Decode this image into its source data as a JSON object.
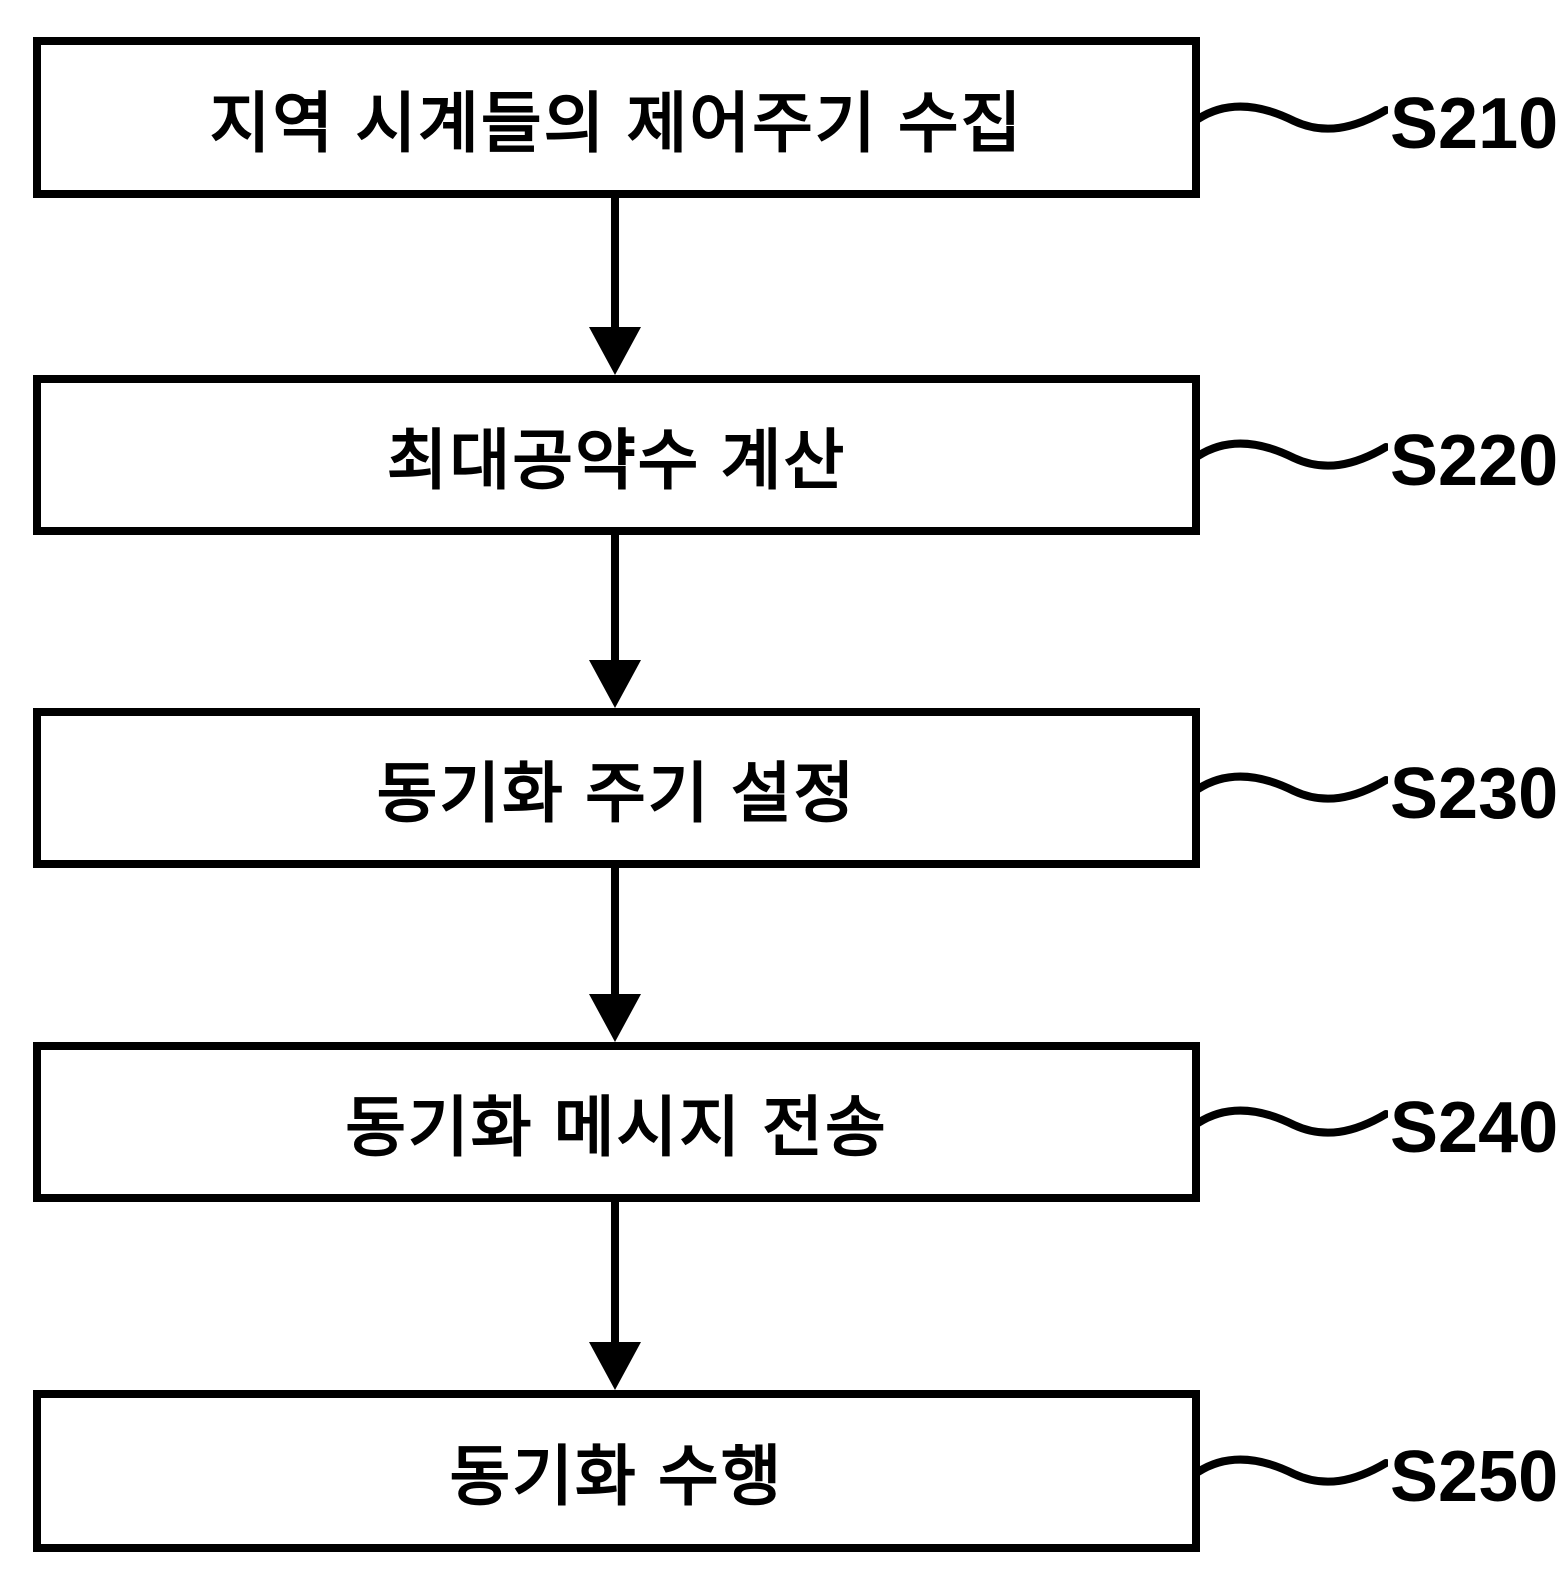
{
  "flowchart": {
    "steps": [
      {
        "box_label": "지역 시계들의 제어주기 수집",
        "step_id": "S210"
      },
      {
        "box_label": "최대공약수 계산",
        "step_id": "S220"
      },
      {
        "box_label": "동기화 주기 설정",
        "step_id": "S230"
      },
      {
        "box_label": "동기화 메시지 전송",
        "step_id": "S240"
      },
      {
        "box_label": "동기화 수행",
        "step_id": "S250"
      }
    ],
    "colors": {
      "line": "#000000",
      "box_fill": "#ffffff",
      "background": "#ffffff"
    }
  }
}
